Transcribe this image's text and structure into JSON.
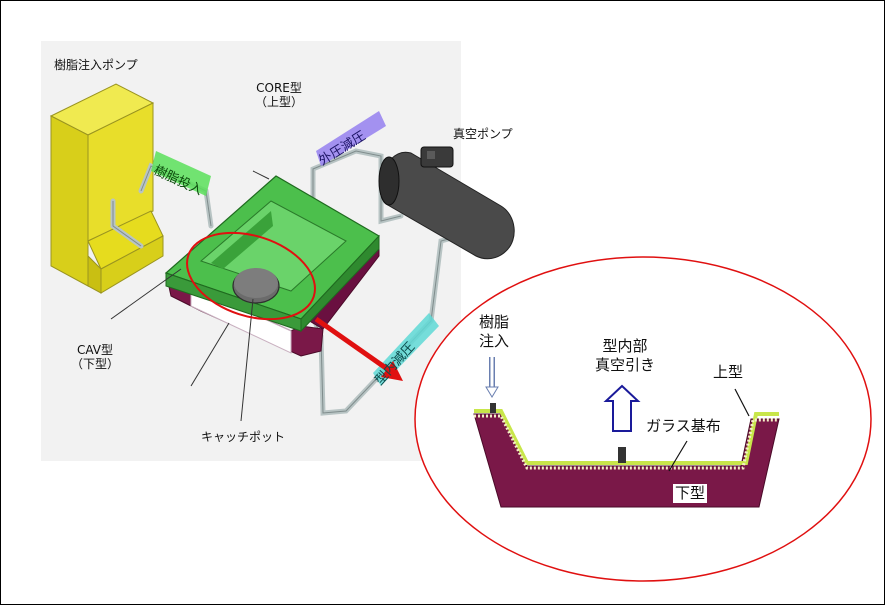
{
  "labels": {
    "resin_pump": "樹脂注入ポンプ",
    "core_mold_1": "CORE型",
    "core_mold_2": "（上型）",
    "vacuum_pump": "真空ポンプ",
    "resin_input_tag": "樹脂投入",
    "outer_decompression_tag": "外圧減圧",
    "inner_decompression_tag": "型内減圧",
    "cav_mold_1": "CAV型",
    "cav_mold_2": "（下型）",
    "catch_pot": "キャッチポット"
  },
  "detail": {
    "resin_injection_1": "樹脂",
    "resin_injection_2": "注入",
    "vacuum_1": "型内部",
    "vacuum_2": "真空引き",
    "upper_mold": "上型",
    "glass_cloth": "ガラス基布",
    "lower_mold": "下型"
  },
  "colors": {
    "pump_yellow": "#e6dc1e",
    "core_green": "#4cbf4c",
    "cav_maroon": "#7a1848",
    "tag_green": "#5be05b",
    "tag_purple": "#9a86f0",
    "tag_cyan": "#5fd9d6",
    "callout_red": "#e01010",
    "glass_line": "#c8e64a"
  }
}
